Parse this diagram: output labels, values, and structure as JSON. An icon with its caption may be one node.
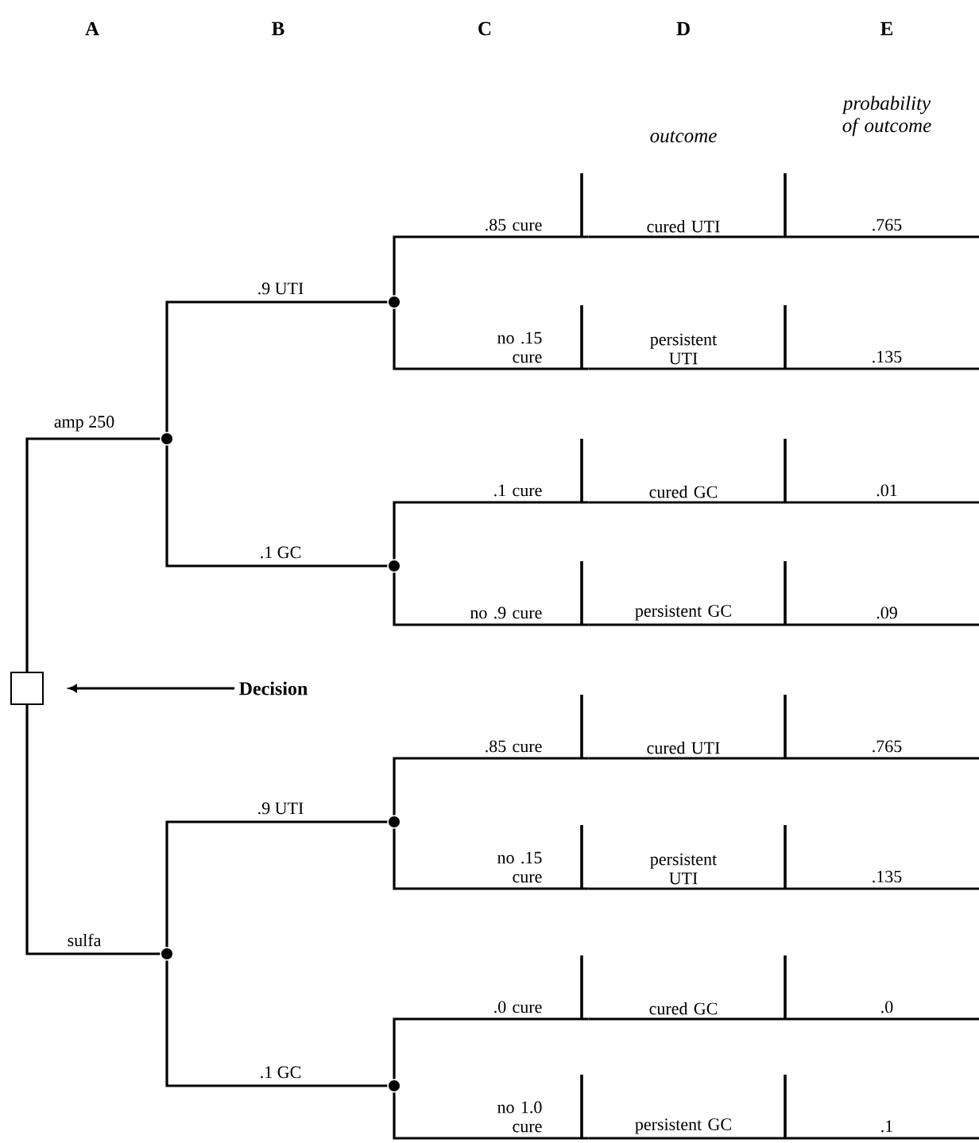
{
  "diagram": {
    "nodes": [
      {
        "text": [],
        "shape": "box"
      },
      {
        "text": [
          "Decision"
        ]
      },
      {
        "text": [],
        "shape": "circle"
      },
      {
        "text": [],
        "shape": "circle"
      },
      {
        "text": [
          "cured UTI"
        ],
        "beside": [
          ".765"
        ]
      },
      {
        "text": [
          "persistent UTI"
        ],
        "beside": [
          ".135"
        ]
      },
      {
        "text": [],
        "shape": "circle"
      },
      {
        "text": [
          "cured GC"
        ],
        "beside": [
          ".01"
        ]
      },
      {
        "text": [
          "persistent GC"
        ],
        "beside": [
          ".09"
        ]
      },
      {
        "text": [],
        "shape": "circle"
      },
      {
        "text": [],
        "shape": "circle"
      },
      {
        "text": [
          "cured UTI"
        ],
        "beside": [
          ".765"
        ]
      },
      {
        "text": [
          "persistent UTI"
        ],
        "beside": [
          ".135"
        ]
      },
      {
        "text": [],
        "shape": "circle"
      },
      {
        "text": [
          "cured GC"
        ],
        "beside": [
          ".0"
        ]
      },
      {
        "text": [
          "persistent GC"
        ],
        "beside": [
          ".1"
        ]
      }
    ],
    "edges": [
      {
        "from": 1,
        "to": 0,
        "arrow": "to"
      },
      {
        "from": 0,
        "to": 2,
        "arrow": "none",
        "label": "amp 250"
      },
      {
        "from": 0,
        "to": 9,
        "arrow": "none",
        "label": "sulfa"
      },
      {
        "from": 2,
        "to": 3,
        "arrow": "none",
        "label": ".9 UTI"
      },
      {
        "from": 2,
        "to": 6,
        "arrow": "none",
        "label": ".1 GC"
      },
      {
        "from": 9,
        "to": 10,
        "arrow": "none",
        "label": ".9 UTI"
      },
      {
        "from": 9,
        "to": 13,
        "arrow": "none",
        "label": ".1 GC"
      },
      {
        "from": 3,
        "to": 4,
        "arrow": "none",
        "label": ".85 cure"
      },
      {
        "from": 3,
        "to": 5,
        "arrow": "none",
        "label": "no .15 cure"
      },
      {
        "from": 6,
        "to": 7,
        "arrow": "none",
        "label": ".1 cure"
      },
      {
        "from": 6,
        "to": 8,
        "arrow": "none",
        "label": "no .9 cure"
      },
      {
        "from": 10,
        "to": 11,
        "arrow": "none",
        "label": ".85 cure"
      },
      {
        "from": 10,
        "to": 12,
        "arrow": "none",
        "label": "no .15 cure"
      },
      {
        "from": 13,
        "to": 14,
        "arrow": "none",
        "label": ".0 cure"
      },
      {
        "from": 13,
        "to": 15,
        "arrow": "none",
        "label": "no 1.0 cure"
      }
    ],
    "labels": [
      "A",
      "B",
      "C",
      "D",
      "E",
      "outcome",
      "probability of outcome"
    ]
  }
}
